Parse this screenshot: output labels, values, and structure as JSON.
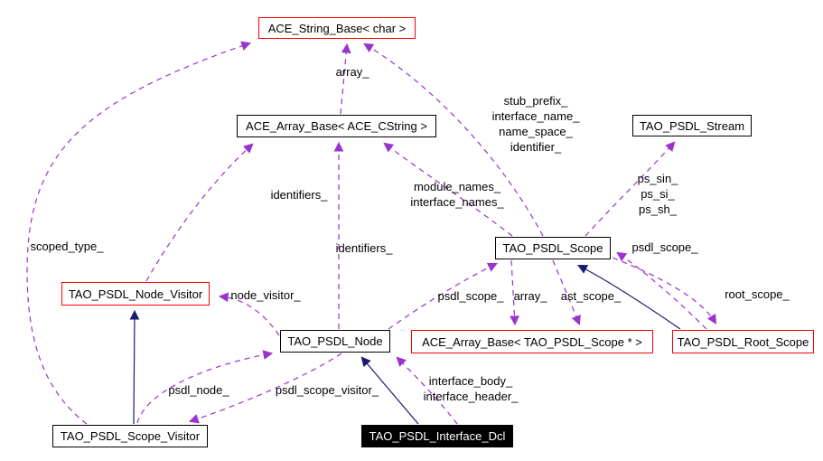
{
  "colors": {
    "usage_edge": "#9a32cd",
    "inheritance_edge": "#191970",
    "default_border": "#000000",
    "ref_border": "#ff0000",
    "focus_bg": "#000000",
    "focus_text": "#ffffff",
    "background": "#ffffff"
  },
  "nodes": [
    {
      "id": "ace-string-base",
      "label": "ACE_String_Base< char >",
      "border_color": "#ff0000",
      "bg": "#ffffff",
      "text_color": "#000000"
    },
    {
      "id": "ace-array-base-cstring",
      "label": "ACE_Array_Base< ACE_CString >",
      "border_color": "#000000",
      "bg": "#ffffff",
      "text_color": "#000000"
    },
    {
      "id": "tao-psdl-stream",
      "label": "TAO_PSDL_Stream",
      "border_color": "#000000",
      "bg": "#ffffff",
      "text_color": "#000000"
    },
    {
      "id": "tao-psdl-scope",
      "label": "TAO_PSDL_Scope",
      "border_color": "#000000",
      "bg": "#ffffff",
      "text_color": "#000000"
    },
    {
      "id": "tao-psdl-node-visitor",
      "label": "TAO_PSDL_Node_Visitor",
      "border_color": "#ff0000",
      "bg": "#ffffff",
      "text_color": "#000000"
    },
    {
      "id": "tao-psdl-node",
      "label": "TAO_PSDL_Node",
      "border_color": "#000000",
      "bg": "#ffffff",
      "text_color": "#000000"
    },
    {
      "id": "ace-array-base-scope-ptr",
      "label": "ACE_Array_Base< TAO_PSDL_Scope * >",
      "border_color": "#ff0000",
      "bg": "#ffffff",
      "text_color": "#000000"
    },
    {
      "id": "tao-psdl-root-scope",
      "label": "TAO_PSDL_Root_Scope",
      "border_color": "#ff0000",
      "bg": "#ffffff",
      "text_color": "#000000"
    },
    {
      "id": "tao-psdl-scope-visitor",
      "label": "TAO_PSDL_Scope_Visitor",
      "border_color": "#000000",
      "bg": "#ffffff",
      "text_color": "#000000"
    },
    {
      "id": "tao-psdl-interface-dcl",
      "label": "TAO_PSDL_Interface_Dcl",
      "border_color": "#000000",
      "bg": "#000000",
      "text_color": "#ffffff"
    }
  ],
  "edge_labels": [
    {
      "id": "array",
      "lines": [
        "array_"
      ]
    },
    {
      "id": "stub-prefix-group",
      "lines": [
        "stub_prefix_",
        "interface_name_",
        "name_space_",
        "identifier_"
      ]
    },
    {
      "id": "identifiers-1",
      "lines": [
        "identifiers_"
      ]
    },
    {
      "id": "module-names-group",
      "lines": [
        "module_names_",
        "interface_names_"
      ]
    },
    {
      "id": "identifiers-2",
      "lines": [
        "identifiers_"
      ]
    },
    {
      "id": "ps-group",
      "lines": [
        "ps_sin_",
        "ps_si_",
        "ps_sh_"
      ]
    },
    {
      "id": "scoped-type",
      "lines": [
        "scoped_type_"
      ]
    },
    {
      "id": "psdl-scope-right",
      "lines": [
        "psdl_scope_"
      ]
    },
    {
      "id": "node-visitor",
      "lines": [
        "node_visitor_"
      ]
    },
    {
      "id": "psdl-scope-mid",
      "lines": [
        "psdl_scope_"
      ]
    },
    {
      "id": "array-2",
      "lines": [
        "array_"
      ]
    },
    {
      "id": "ast-scope",
      "lines": [
        "ast_scope_"
      ]
    },
    {
      "id": "root-scope",
      "lines": [
        "root_scope_"
      ]
    },
    {
      "id": "psdl-node",
      "lines": [
        "psdl_node_"
      ]
    },
    {
      "id": "psdl-scope-visitor",
      "lines": [
        "psdl_scope_visitor_"
      ]
    },
    {
      "id": "interface-group",
      "lines": [
        "interface_body_",
        "interface_header_"
      ]
    }
  ],
  "edges": [
    {
      "from": "ace-array-base-cstring",
      "to": "ace-string-base",
      "type": "usage",
      "label": "array_"
    },
    {
      "from": "tao-psdl-scope",
      "to": "ace-string-base",
      "type": "usage",
      "label": "stub_prefix_ interface_name_ name_space_ identifier_"
    },
    {
      "from": "tao-psdl-node-visitor",
      "to": "ace-array-base-cstring",
      "type": "usage",
      "label": "identifiers_"
    },
    {
      "from": "tao-psdl-scope",
      "to": "ace-array-base-cstring",
      "type": "usage",
      "label": "module_names_ interface_names_"
    },
    {
      "from": "tao-psdl-node",
      "to": "ace-array-base-cstring",
      "type": "usage",
      "label": "identifiers_"
    },
    {
      "from": "tao-psdl-scope",
      "to": "tao-psdl-stream",
      "type": "usage",
      "label": "ps_sin_ ps_si_ ps_sh_"
    },
    {
      "from": "tao-psdl-scope-visitor",
      "to": "ace-string-base",
      "type": "usage",
      "label": "scoped_type_"
    },
    {
      "from": "tao-psdl-root-scope",
      "to": "tao-psdl-scope",
      "type": "usage",
      "label": "psdl_scope_"
    },
    {
      "from": "tao-psdl-node",
      "to": "tao-psdl-node-visitor",
      "type": "usage",
      "label": "node_visitor_"
    },
    {
      "from": "tao-psdl-node",
      "to": "tao-psdl-scope",
      "type": "usage",
      "label": "psdl_scope_"
    },
    {
      "from": "tao-psdl-scope",
      "to": "ace-array-base-scope-ptr",
      "type": "usage",
      "label": "array_"
    },
    {
      "from": "tao-psdl-scope",
      "to": "ace-array-base-scope-ptr",
      "type": "usage",
      "label": "ast_scope_"
    },
    {
      "from": "tao-psdl-scope",
      "to": "tao-psdl-root-scope",
      "type": "usage",
      "label": "root_scope_"
    },
    {
      "from": "tao-psdl-scope-visitor",
      "to": "tao-psdl-node",
      "type": "usage",
      "label": "psdl_node_"
    },
    {
      "from": "tao-psdl-node",
      "to": "tao-psdl-scope-visitor",
      "type": "usage",
      "label": "psdl_scope_visitor_"
    },
    {
      "from": "tao-psdl-interface-dcl",
      "to": "tao-psdl-node",
      "type": "usage",
      "label": "interface_body_ interface_header_"
    },
    {
      "from": "tao-psdl-scope-visitor",
      "to": "tao-psdl-node-visitor",
      "type": "inheritance",
      "label": ""
    },
    {
      "from": "tao-psdl-interface-dcl",
      "to": "tao-psdl-node",
      "type": "inheritance",
      "label": ""
    },
    {
      "from": "tao-psdl-root-scope",
      "to": "tao-psdl-scope",
      "type": "inheritance",
      "label": ""
    }
  ]
}
